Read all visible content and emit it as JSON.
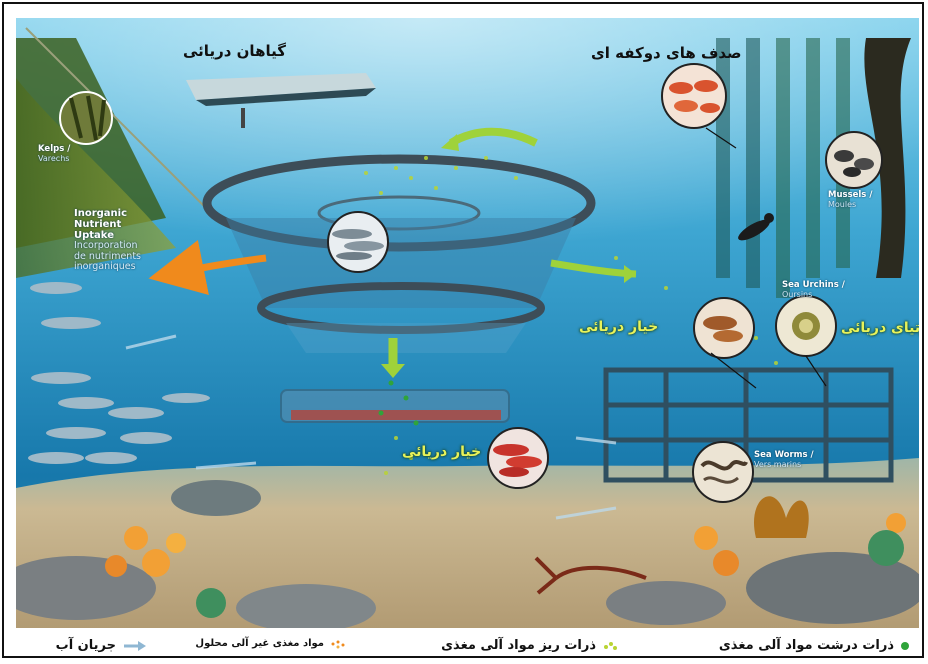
{
  "labels": {
    "seaweed_fa": "گیاهان دریائی",
    "bivalves_fa": "صدف های دوکفه ای",
    "sea_urchin_fa": "توتیای دریائی",
    "sea_cucumber_fa_1": "خیار دریائی",
    "sea_cucumber_fa_2": "خیار دریائی",
    "kelps_en": "Kelps /",
    "kelps_fr": "Varechs",
    "inorganic_en_1": "Inorganic",
    "inorganic_en_2": "Nutrient",
    "inorganic_en_3": "Uptake",
    "inorganic_fr_1": "Incorporation",
    "inorganic_fr_2": "de nutriments",
    "inorganic_fr_3": "inorganiques",
    "mussels_en": "Mussels /",
    "mussels_fr": "Moules",
    "urchins_en": "Sea Urchins /",
    "urchins_fr": "Oursins",
    "worms_en": "Sea Worms /",
    "worms_fr": "Vers marins"
  },
  "legend": {
    "coarse_organic": "ذرات درشت مواد آلی مغذی",
    "fine_organic": "ذرات ریز مواد آلی مغذی",
    "dissolved_inorganic": "مواد مغذی غیر آلی محلول",
    "water_current": "جریان آب"
  },
  "colors": {
    "coarse_particle": "#2fa43a",
    "fine_particle": "#b9d433",
    "inorganic_arrow": "#f08a1c",
    "uptake_arrow": "#9fd23a",
    "current_arrow": "#8fb7d3",
    "water_top": "#5fb8dc",
    "water_bottom": "#0f5f8f",
    "seabed": "#c8b58e"
  },
  "icons": [
    "fish-icon",
    "mussel-icon",
    "urchin-icon",
    "sea-worm-icon",
    "sea-cucumber-icon",
    "scallop-icon",
    "kelp-icon",
    "diver-icon",
    "boat-icon",
    "lobster-icon"
  ]
}
